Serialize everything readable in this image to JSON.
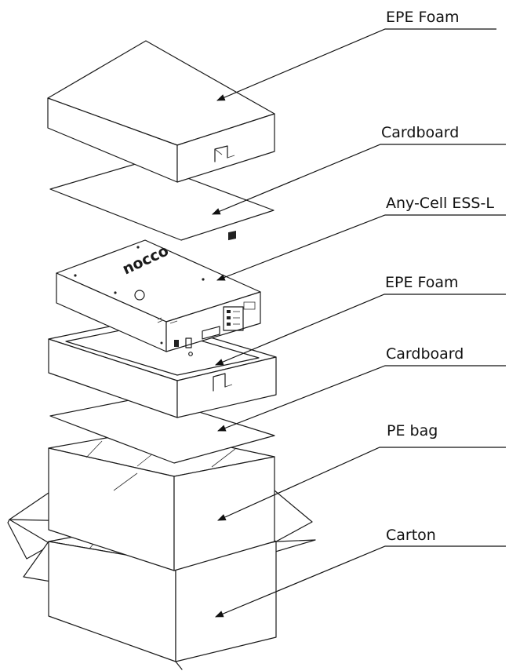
{
  "diagram": {
    "labels": [
      {
        "id": "epe-foam-top",
        "text": "EPE Foam"
      },
      {
        "id": "cardboard-top",
        "text": "Cardboard"
      },
      {
        "id": "device",
        "text": "Any-Cell ESS-L"
      },
      {
        "id": "epe-foam-bottom",
        "text": "EPE Foam"
      },
      {
        "id": "cardboard-bottom",
        "text": "Cardboard"
      },
      {
        "id": "pe-bag",
        "text": "PE bag"
      },
      {
        "id": "carton",
        "text": "Carton"
      }
    ],
    "device_logo": "nocco"
  }
}
